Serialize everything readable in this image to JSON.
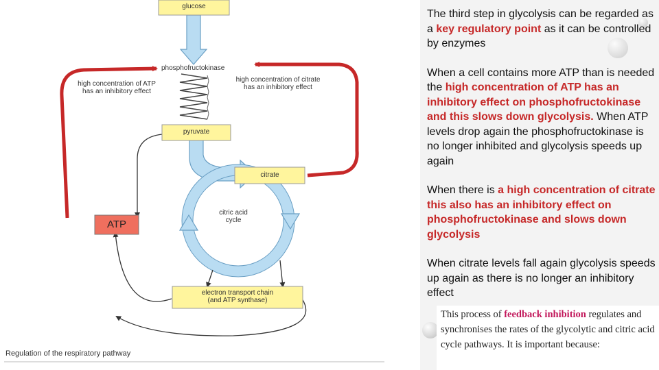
{
  "diagram": {
    "labels": {
      "glucose": "glucose",
      "phosphofructokinase": "phosphofructokinase",
      "atp_inhibit_line1": "high concentration of ATP",
      "atp_inhibit_line2": "has an inhibitory effect",
      "citrate_inhibit_line1": "high concentration of citrate",
      "citrate_inhibit_line2": "has an inhibitory effect",
      "pyruvate": "pyruvate",
      "citrate": "citrate",
      "cycle_line1": "citric acid",
      "cycle_line2": "cycle",
      "atp": "ATP",
      "etc_line1": "electron transport chain",
      "etc_line2": "(and ATP synthase)"
    },
    "caption": "Regulation of the respiratory pathway",
    "colors": {
      "box_fill": "#fff59d",
      "atp_fill": "#ef6f5e",
      "inhibition_arrow": "#c62828",
      "flow_arrow": "#b9dcf2"
    }
  },
  "text": {
    "p1_a": "The third step in glycolysis can be regarded as a ",
    "p1_hl": "key regulatory point",
    "p1_b": " as it can be controlled by enzymes",
    "p2_a": "When a cell contains more ATP than is needed the ",
    "p2_hl": "high concentration of ATP has an inhibitory effect on phosphofructokinase and this slows down glycolysis.",
    "p2_b": " When ATP levels drop again the phosphofructokinase is no longer inhibited and glycolysis speeds up again",
    "p3_a": "When there is ",
    "p3_hl": "a high concentration of citrate this also has an inhibitory effect on phosphofructokinase and slows down glycolysis",
    "p4": "When citrate levels fall again glycolysis speeds up again as there is no longer an inhibitory effect"
  },
  "book_excerpt": {
    "a": "This process of ",
    "hl": "feedback inhibition",
    "b": " regulates and synchronises the rates of the glycolytic and citric acid cycle pathways. It is important because:"
  }
}
